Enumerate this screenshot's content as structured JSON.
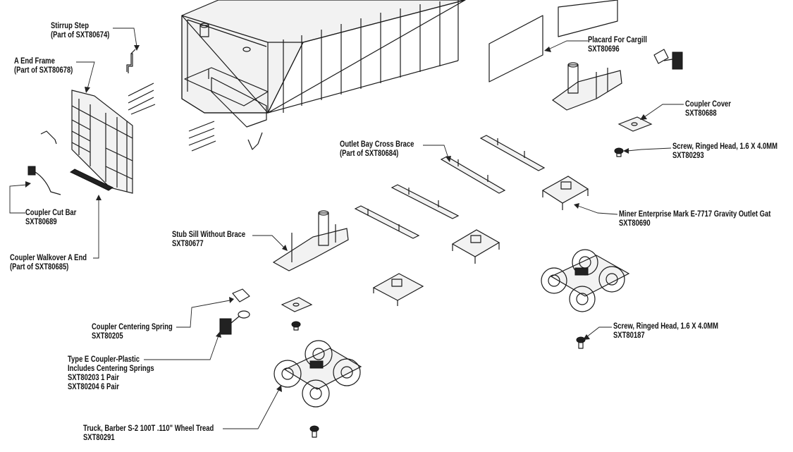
{
  "labels": {
    "stirrup_step": {
      "line1": "Stirrup Step",
      "line2": "(Part of SXT80674)"
    },
    "a_end_frame": {
      "line1": "A End Frame",
      "line2": "(Part of SXT80678)"
    },
    "coupler_cut_bar": {
      "line1": "Coupler Cut Bar",
      "line2": "SXT80689"
    },
    "coupler_walkover": {
      "line1": "Coupler Walkover A End",
      "line2": "(Part of SXT80685)"
    },
    "placard": {
      "line1": "Placard For Cargill",
      "line2": "SXT80696"
    },
    "coupler_cover": {
      "line1": "Coupler Cover",
      "line2": "SXT80688"
    },
    "screw_top": {
      "line1": "Screw, Ringed Head, 1.6 X 4.0MM",
      "line2": "SXT80293"
    },
    "outlet_bay_cross_brace": {
      "line1": "Outlet Bay Cross Brace",
      "line2": "(Part of SXT80684)"
    },
    "miner_gate": {
      "line1": "Miner Enterprise Mark E-7717 Gravity Outlet Gat",
      "line2": "SXT80690"
    },
    "stub_sill": {
      "line1": "Stub Sill Without Brace",
      "line2": "SXT80677"
    },
    "coupler_centering_spring": {
      "line1": "Coupler Centering Spring",
      "line2": "SXT80205"
    },
    "screw_bottom": {
      "line1": "Screw, Ringed Head, 1.6 X 4.0MM",
      "line2": "SXT80187"
    },
    "type_e_coupler": {
      "line1": "Type E Coupler-Plastic",
      "line2": "Includes Centering Springs",
      "line3": "SXT80203 1 Pair",
      "line4": "SXT80204 6 Pair"
    },
    "truck": {
      "line1": "Truck, Barber S-2 100T .110\" Wheel Tread",
      "line2": "SXT80291"
    }
  }
}
